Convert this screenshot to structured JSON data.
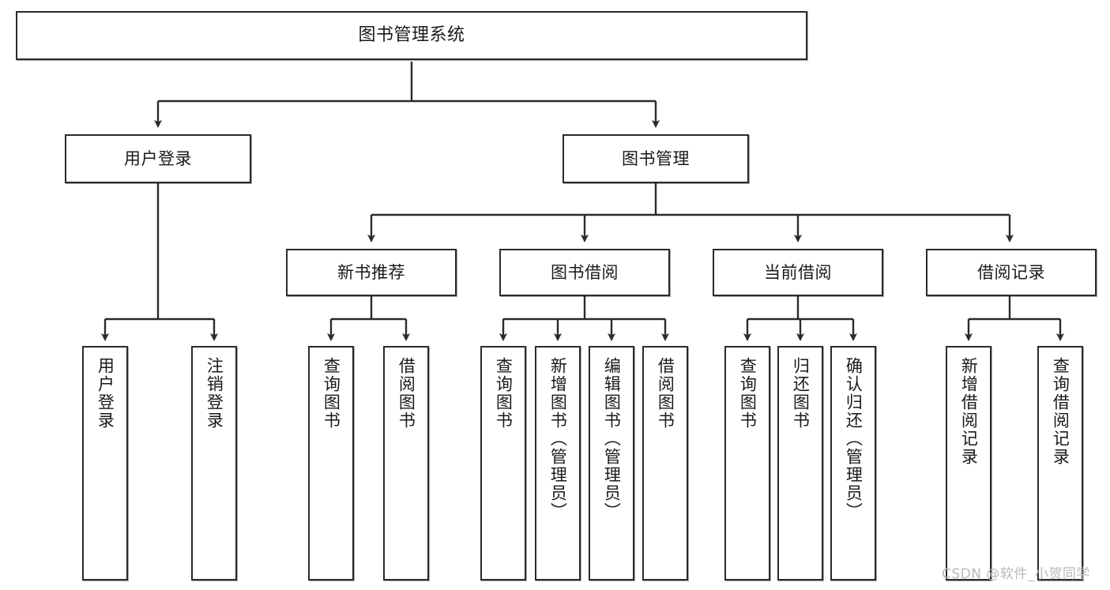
{
  "diagram": {
    "type": "tree-hierarchy",
    "title": "图书管理系统",
    "watermark": "CSDN @软件_小贺同学",
    "style": {
      "background": "#ffffff",
      "box_border": "#2b2b2b",
      "box_fill": "#ffffff",
      "edge_color": "#2b2b2b",
      "text_color": "#1a1a1a",
      "watermark_color": "#b9b9b9"
    },
    "nodes": {
      "root": {
        "label": "图书管理系统",
        "level": 1
      },
      "user_login": {
        "label": "用户登录",
        "level": 2
      },
      "book_manage": {
        "label": "图书管理",
        "level": 2
      },
      "new_book_rec": {
        "label": "新书推荐",
        "level": 3
      },
      "book_borrow": {
        "label": "图书借阅",
        "level": 3
      },
      "current_borrow": {
        "label": "当前借阅",
        "level": 3
      },
      "borrow_record": {
        "label": "借阅记录",
        "level": 3
      },
      "leaf_user_login": {
        "label": "用户登录",
        "level": 3
      },
      "leaf_logout": {
        "label": "注销登录",
        "level": 3
      },
      "leaf_query_book_1": {
        "label": "查询图书",
        "level": 4
      },
      "leaf_borrow_book_1": {
        "label": "借阅图书",
        "level": 4
      },
      "leaf_query_book_2": {
        "label": "查询图书",
        "level": 4
      },
      "leaf_add_book": {
        "label": "新增图书（管理员）",
        "level": 4
      },
      "leaf_edit_book": {
        "label": "编辑图书（管理员）",
        "level": 4
      },
      "leaf_borrow_book_2": {
        "label": "借阅图书",
        "level": 4
      },
      "leaf_query_book_3": {
        "label": "查询图书",
        "level": 4
      },
      "leaf_return_book": {
        "label": "归还图书",
        "level": 4
      },
      "leaf_confirm_return": {
        "label": "确认归还（管理员）",
        "level": 4
      },
      "leaf_add_record": {
        "label": "新增借阅记录",
        "level": 4
      },
      "leaf_query_record": {
        "label": "查询借阅记录",
        "level": 4
      }
    },
    "edges": [
      {
        "from": "root",
        "to": "user_login"
      },
      {
        "from": "root",
        "to": "book_manage"
      },
      {
        "from": "user_login",
        "to": "leaf_user_login"
      },
      {
        "from": "user_login",
        "to": "leaf_logout"
      },
      {
        "from": "book_manage",
        "to": "new_book_rec"
      },
      {
        "from": "book_manage",
        "to": "book_borrow"
      },
      {
        "from": "book_manage",
        "to": "current_borrow"
      },
      {
        "from": "book_manage",
        "to": "borrow_record"
      },
      {
        "from": "new_book_rec",
        "to": "leaf_query_book_1"
      },
      {
        "from": "new_book_rec",
        "to": "leaf_borrow_book_1"
      },
      {
        "from": "book_borrow",
        "to": "leaf_query_book_2"
      },
      {
        "from": "book_borrow",
        "to": "leaf_add_book"
      },
      {
        "from": "book_borrow",
        "to": "leaf_edit_book"
      },
      {
        "from": "book_borrow",
        "to": "leaf_borrow_book_2"
      },
      {
        "from": "current_borrow",
        "to": "leaf_query_book_3"
      },
      {
        "from": "current_borrow",
        "to": "leaf_return_book"
      },
      {
        "from": "current_borrow",
        "to": "leaf_confirm_return"
      },
      {
        "from": "borrow_record",
        "to": "leaf_add_record"
      },
      {
        "from": "borrow_record",
        "to": "leaf_query_record"
      }
    ]
  }
}
